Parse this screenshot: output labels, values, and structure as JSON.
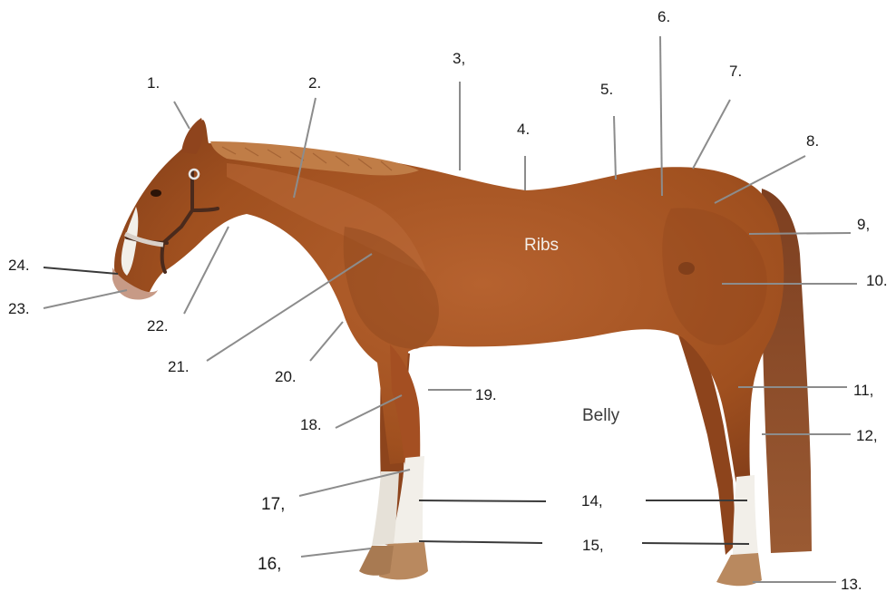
{
  "diagram": {
    "inner_labels": {
      "ribs": "Ribs",
      "belly": "Belly"
    },
    "numbers": [
      "1.",
      "2.",
      "3,",
      "4.",
      "5.",
      "6.",
      "7.",
      "8.",
      "9,",
      "10.",
      "11,",
      "12,",
      "13.",
      "14,",
      "15,",
      "16,",
      "17,",
      "18.",
      "19.",
      "20.",
      "21.",
      "22.",
      "23.",
      "24."
    ],
    "colors": {
      "coat": "#a5542a",
      "mane": "#b8743f",
      "tail": "#8a4a28",
      "white_marking": "#f2efe9",
      "hoof": "#b9895f"
    }
  }
}
